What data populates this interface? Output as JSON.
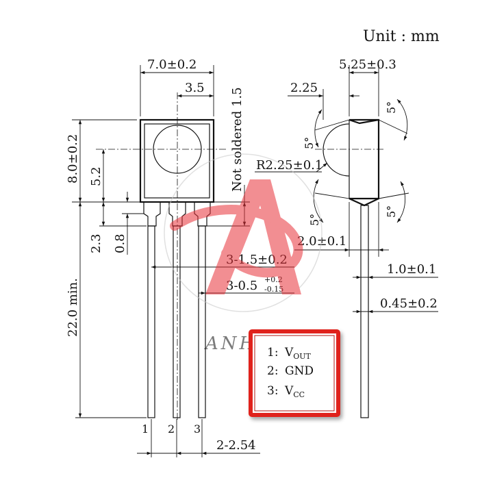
{
  "unit_label": "Unit : mm",
  "front_view": {
    "width_dim": "7.0±0.2",
    "offset_dim": "3.5",
    "height_dim": "8.0±0.2",
    "center_dim": "5.2",
    "tab_dim": "2.3",
    "neck_dim": "0.8",
    "not_soldered": "Not soldered 1.5",
    "lead_length": "22.0 min.",
    "pitch": "3-1.5±0.2",
    "lead_width_main": "3-0.5",
    "lead_width_tol_upper": "+0.2",
    "lead_width_tol_lower": "-0.15",
    "pin_spacing": "2-2.54",
    "pin_numbers": [
      "1",
      "2",
      "3"
    ]
  },
  "side_view": {
    "depth_dim": "5.25±0.3",
    "lens_dim": "2.25",
    "radius_dim": "R2.25±0.1",
    "angle_top": "5°",
    "angle_left_top": "5°",
    "angle_bottom": "5°",
    "angle_left_bottom": "5°",
    "body_dim": "2.0±0.1",
    "lead_offset": "1.0±0.1",
    "lead_thickness": "0.45±0.2"
  },
  "legend": {
    "pins": [
      {
        "number": "1:",
        "name": "V",
        "sub": "OUT"
      },
      {
        "number": "2:",
        "name": "GND",
        "sub": ""
      },
      {
        "number": "3:",
        "name": "V",
        "sub": "CC"
      }
    ],
    "border_color": "#e0211b"
  },
  "watermark": {
    "text": "ANHSA",
    "color": "#e8323a"
  }
}
